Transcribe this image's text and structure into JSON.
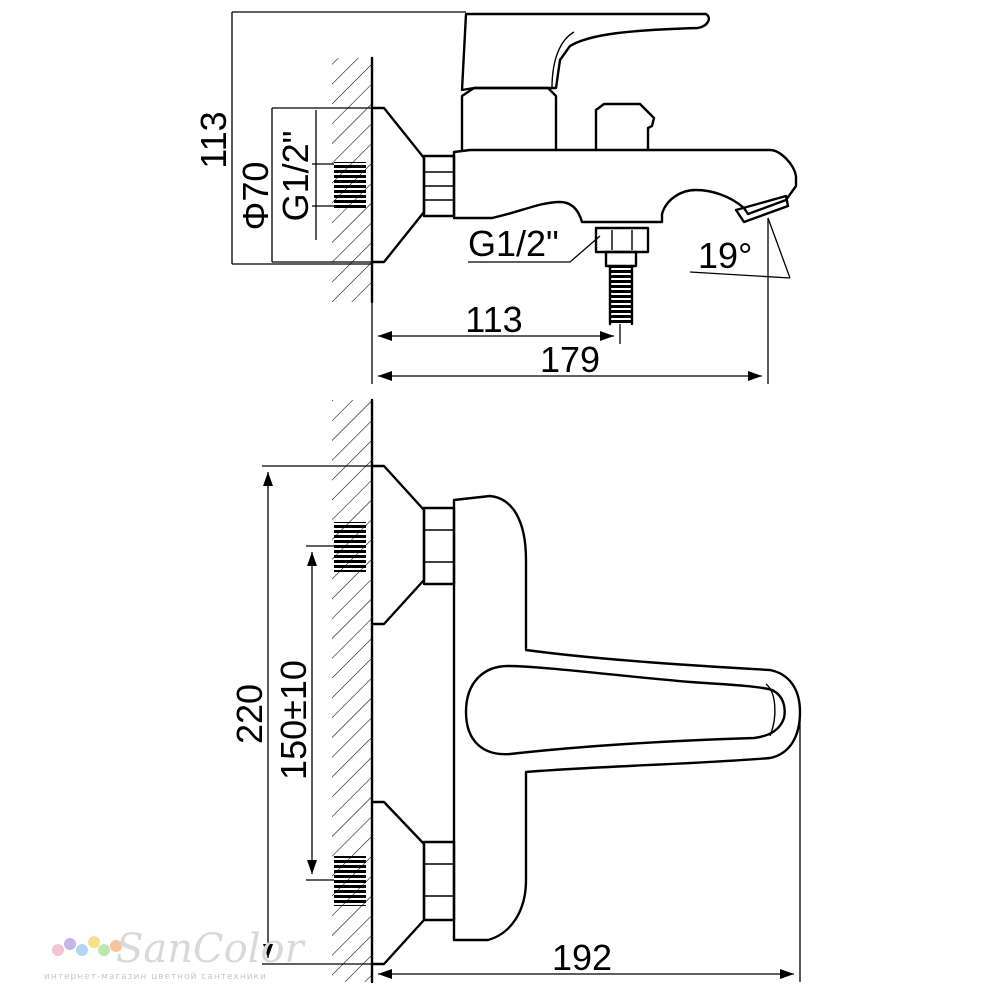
{
  "side_view": {
    "dims": {
      "height_total": "113",
      "flange_diameter": "Φ70",
      "inlet_thread": "G1/2\"",
      "outlet_thread": "G1/2\"",
      "outlet_offset": "113",
      "total_depth": "179",
      "spout_angle": "19°"
    }
  },
  "top_view": {
    "dims": {
      "overall_width": "220",
      "centers": "150±10",
      "spout_reach": "192"
    }
  },
  "watermark": {
    "brand": "SanColor",
    "tagline": "интернет-магазин цветной сантехники",
    "dot_colors": [
      "#f4c3d7",
      "#c9b6e8",
      "#b3d4f2",
      "#f7e08a",
      "#bfe6b0",
      "#f6c39c"
    ]
  }
}
